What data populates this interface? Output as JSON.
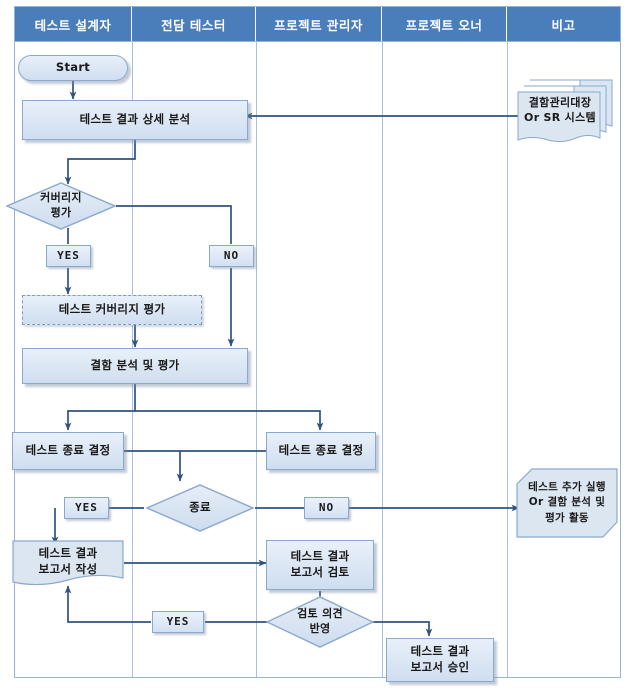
{
  "diagram": {
    "title": "Test Closure Process Swimlane Flowchart",
    "colors": {
      "header_blue": "#4a7ebb",
      "shape_fill": "#dce6f1",
      "shape_border": "#8aa9cc",
      "connector": "#30527d",
      "lane_divider": "#a8c2dd"
    },
    "lanes": [
      {
        "label": "테스트 설계자"
      },
      {
        "label": "전담 테스터"
      },
      {
        "label": "프로젝트 관리자"
      },
      {
        "label": "프로젝트 오너"
      },
      {
        "label": "비고"
      }
    ],
    "nodes": [
      {
        "id": "start",
        "type": "terminator",
        "lane": 0,
        "label": "Start"
      },
      {
        "id": "analyze",
        "type": "process",
        "lane": 0,
        "label": "테스트 결과 상세 분석"
      },
      {
        "id": "defect-ledger",
        "type": "multidoc",
        "lane": 4,
        "label": "결함관리대장\nOr SR 시스템"
      },
      {
        "id": "coverage-eval",
        "type": "decision",
        "lane": 0,
        "label": "커버리지\n평가"
      },
      {
        "id": "yes-1",
        "type": "label",
        "lane": 0,
        "label": "YES"
      },
      {
        "id": "no-1",
        "type": "label",
        "lane": 1,
        "label": "NO"
      },
      {
        "id": "coverage-task",
        "type": "process-dashed",
        "lane": 0,
        "label": "테스트 커버리지 평가"
      },
      {
        "id": "defect-analyze",
        "type": "process",
        "lane": 0,
        "label": "결함 분석 및 평가"
      },
      {
        "id": "end-decide-a",
        "type": "process",
        "lane": 0,
        "label": "테스트 종료 결정"
      },
      {
        "id": "end-decide-b",
        "type": "process",
        "lane": 2,
        "label": "테스트 종료 결정"
      },
      {
        "id": "end-check",
        "type": "decision",
        "lane": 1,
        "label": "종료"
      },
      {
        "id": "yes-2",
        "type": "label",
        "lane": 0,
        "label": "YES"
      },
      {
        "id": "no-2",
        "type": "label",
        "lane": 2,
        "label": "NO"
      },
      {
        "id": "extra-run",
        "type": "clipbox",
        "lane": 4,
        "label": "테스트 추가 실행\nOr 결함 분석 및\n평가 활동"
      },
      {
        "id": "report-write",
        "type": "document",
        "lane": 0,
        "label": "테스트 결과\n보고서 작성"
      },
      {
        "id": "report-review",
        "type": "process",
        "lane": 2,
        "label": "테스트 결과\n보고서 검토"
      },
      {
        "id": "review-apply",
        "type": "decision",
        "lane": 2,
        "label": "검토 의견\n반영"
      },
      {
        "id": "yes-3",
        "type": "label",
        "lane": 1,
        "label": "YES"
      },
      {
        "id": "report-approve",
        "type": "process",
        "lane": 3,
        "label": "테스트 결과\n보고서 승인"
      }
    ],
    "edges": [
      {
        "from": "start",
        "to": "analyze"
      },
      {
        "from": "defect-ledger",
        "to": "analyze"
      },
      {
        "from": "analyze",
        "to": "coverage-eval"
      },
      {
        "from": "coverage-eval",
        "to": "coverage-task",
        "label": "YES"
      },
      {
        "from": "coverage-eval",
        "to": "defect-analyze",
        "label": "NO"
      },
      {
        "from": "coverage-task",
        "to": "defect-analyze"
      },
      {
        "from": "defect-analyze",
        "to": "end-decide-a"
      },
      {
        "from": "defect-analyze",
        "to": "end-decide-b"
      },
      {
        "from": "end-decide-a",
        "to": "end-check"
      },
      {
        "from": "end-decide-b",
        "to": "end-check"
      },
      {
        "from": "end-check",
        "to": "report-write",
        "label": "YES"
      },
      {
        "from": "end-check",
        "to": "extra-run",
        "label": "NO"
      },
      {
        "from": "report-write",
        "to": "report-review"
      },
      {
        "from": "report-review",
        "to": "review-apply"
      },
      {
        "from": "review-apply",
        "to": "report-write",
        "label": "YES"
      },
      {
        "from": "review-apply",
        "to": "report-approve"
      }
    ]
  }
}
